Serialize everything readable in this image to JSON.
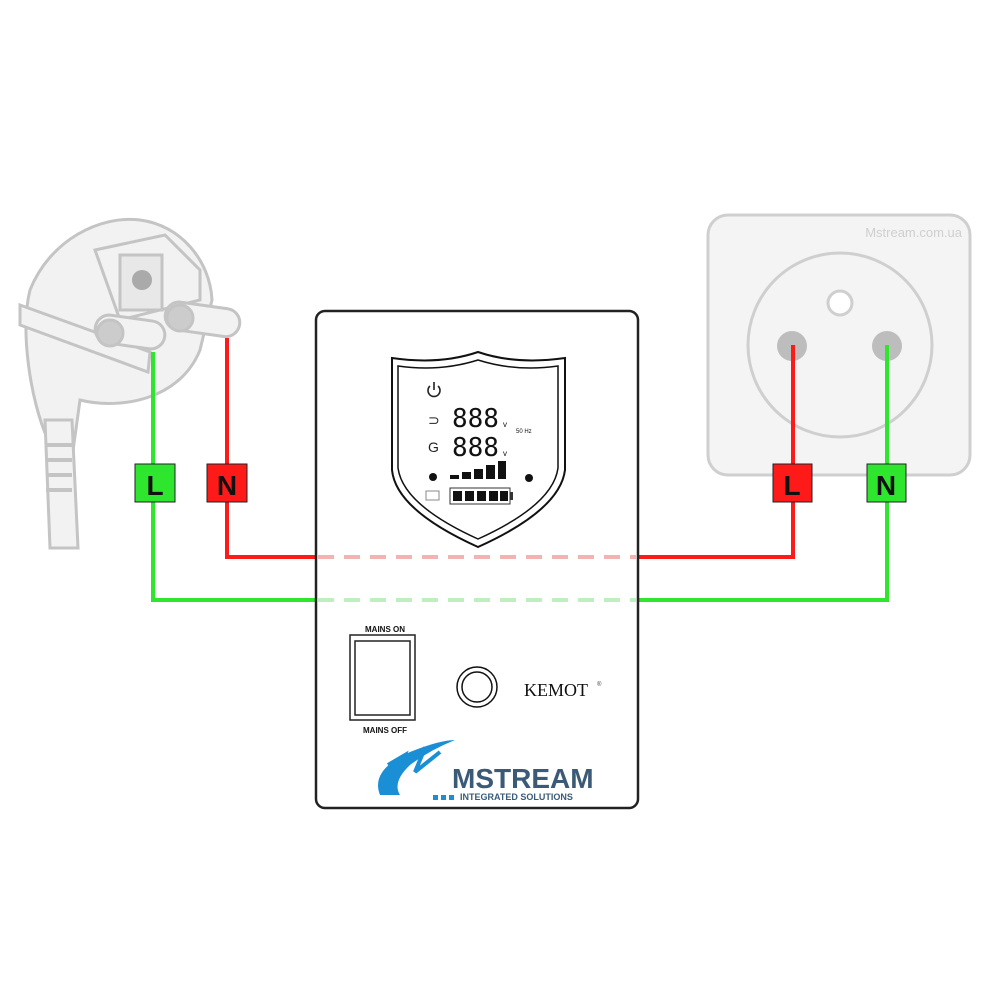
{
  "watermark": "Mstream.com.ua",
  "left_labels": {
    "line": "L",
    "neutral": "N"
  },
  "right_labels": {
    "line": "L",
    "neutral": "N"
  },
  "device": {
    "display": {
      "digits_top": "888",
      "digits_bottom": "888",
      "unit_top": "v",
      "unit_bottom": "v",
      "frequency": "50 Hz"
    },
    "switch_on_label": "MAINS ON",
    "switch_off_label": "MAINS OFF",
    "brand": "KEMOT",
    "brand_mark": "®"
  },
  "logo": {
    "name": "MSTREAM",
    "tagline": "INTEGRATED SOLUTIONS"
  },
  "colors": {
    "line": "#ff1a1a",
    "neutral": "#2ee62e",
    "outline": "#c8c8c8",
    "logo_blue": "#1a8fd6",
    "logo_dark": "#3a5a78"
  }
}
